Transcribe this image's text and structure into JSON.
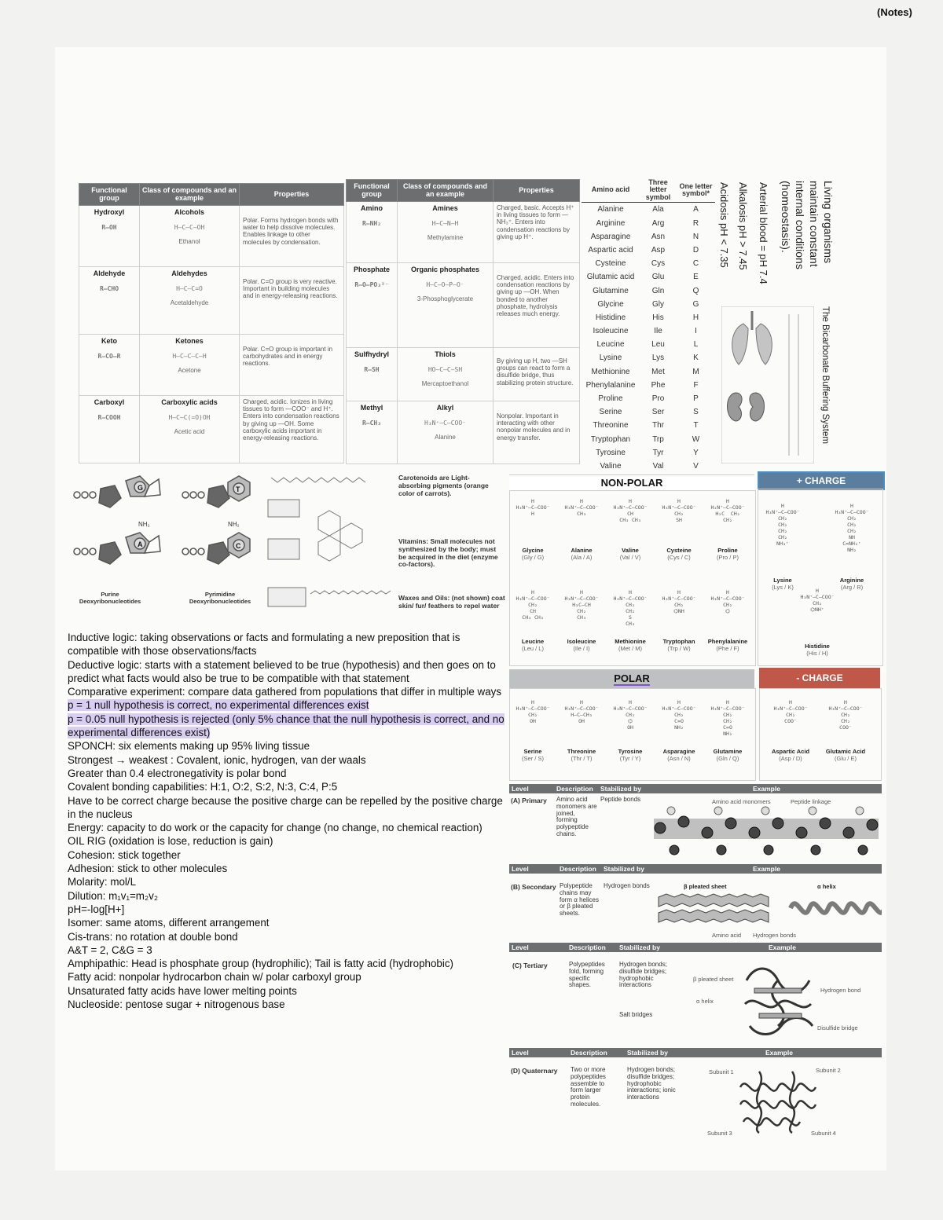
{
  "corner_mark": "(Notes)",
  "fg_left": {
    "headers": [
      "Functional group",
      "Class of compounds and an example",
      "Properties"
    ],
    "rows": [
      {
        "group": "Hydroxyl",
        "formula": "R—OH",
        "class": "Alcohols",
        "example": "Ethanol",
        "properties": "Polar. Forms hydrogen bonds with water to help dissolve molecules. Enables linkage to other molecules by condensation."
      },
      {
        "group": "Aldehyde",
        "formula": "R—CHO",
        "class": "Aldehydes",
        "example": "Acetaldehyde",
        "properties": "Polar. C=O group is very reactive. Important in building molecules and in energy-releasing reactions."
      },
      {
        "group": "Keto",
        "formula": "R—CO—R",
        "class": "Ketones",
        "example": "Acetone",
        "properties": "Polar. C=O group is important in carbohydrates and in energy reactions."
      },
      {
        "group": "Carboxyl",
        "formula": "R—COOH",
        "class": "Carboxylic acids",
        "example": "Acetic acid",
        "properties": "Charged, acidic. Ionizes in living tissues to form —COO⁻ and H⁺. Enters into condensation reactions by giving up —OH. Some carboxylic acids important in energy-releasing reactions."
      }
    ]
  },
  "fg_right": {
    "headers": [
      "Functional group",
      "Class of compounds and an example",
      "Properties"
    ],
    "rows": [
      {
        "group": "Amino",
        "formula": "R—NH₂",
        "class": "Amines",
        "example": "Methylamine",
        "properties": "Charged, basic. Accepts H⁺ in living tissues to form —NH₃⁺. Enters into condensation reactions by giving up H⁺."
      },
      {
        "group": "Phosphate",
        "formula": "R—O—PO₃²⁻",
        "class": "Organic phosphates",
        "example": "3-Phosphoglycerate",
        "properties": "Charged, acidic. Enters into condensation reactions by giving up —OH. When bonded to another phosphate, hydrolysis releases much energy."
      },
      {
        "group": "Sulfhydryl",
        "formula": "R—SH",
        "class": "Thiols",
        "example": "Mercaptoethanol",
        "properties": "By giving up H, two —SH groups can react to form a disulfide bridge, thus stabilizing protein structure."
      },
      {
        "group": "Methyl",
        "formula": "R—CH₃",
        "class": "Alkyl",
        "example": "Alanine",
        "properties": "Nonpolar. Important in interacting with other nonpolar molecules and in energy transfer."
      }
    ]
  },
  "aa_table": {
    "headers": [
      "Amino acid",
      "Three letter symbol",
      "One letter symbol*"
    ],
    "rows": [
      [
        "Alanine",
        "Ala",
        "A"
      ],
      [
        "Arginine",
        "Arg",
        "R"
      ],
      [
        "Asparagine",
        "Asn",
        "N"
      ],
      [
        "Aspartic acid",
        "Asp",
        "D"
      ],
      [
        "Cysteine",
        "Cys",
        "C"
      ],
      [
        "Glutamic acid",
        "Glu",
        "E"
      ],
      [
        "Glutamine",
        "Gln",
        "Q"
      ],
      [
        "Glycine",
        "Gly",
        "G"
      ],
      [
        "Histidine",
        "His",
        "H"
      ],
      [
        "Isoleucine",
        "Ile",
        "I"
      ],
      [
        "Leucine",
        "Leu",
        "L"
      ],
      [
        "Lysine",
        "Lys",
        "K"
      ],
      [
        "Methionine",
        "Met",
        "M"
      ],
      [
        "Phenylalanine",
        "Phe",
        "F"
      ],
      [
        "Proline",
        "Pro",
        "P"
      ],
      [
        "Serine",
        "Ser",
        "S"
      ],
      [
        "Threonine",
        "Thr",
        "T"
      ],
      [
        "Tryptophan",
        "Trp",
        "W"
      ],
      [
        "Tyrosine",
        "Tyr",
        "Y"
      ],
      [
        "Valine",
        "Val",
        "V"
      ]
    ]
  },
  "vertical_notes": {
    "line1": "Living organisms",
    "line2": "maintain constant",
    "line3": "internal conditions",
    "line4": "(homeostasis).",
    "arterial": "Arterial blood = pH 7.4",
    "alkalosis": "Alkalosis pH > 7.45",
    "acidosis": "Acidosis pH < 7.35",
    "bicarb": "The Bicarbonate Buffering System"
  },
  "nucleotides": {
    "purine": "Purine Deoxyribonucleotides",
    "pyrimidine": "Pyrimidine Deoxyribonucleotides",
    "bases": [
      "G",
      "T",
      "A",
      "C"
    ],
    "nh2": "NH₂"
  },
  "side_notes": {
    "carotenoids": "Carotenoids are Light- absorbing pigments (orange color of carrots).",
    "vitamins": "Vitamins: Small molecules not synthesized by the body; must be acquired in the diet (enzyme co-factors).",
    "waxes": "Waxes and Oils: (not shown) coat skin/ fur/ feathers to repel water"
  },
  "notes": [
    {
      "text": "Inductive logic: taking observations or facts and formulating a new preposition that is compatible with those observations/facts",
      "hl": false
    },
    {
      "text": "Deductive logic: starts with a statement believed to be true (hypothesis) and then goes on to predict what facts would also be true to be compatible with that statement",
      "hl": false
    },
    {
      "text": "Comparative experiment: compare data gathered from populations that differ in multiple ways",
      "hl": false
    },
    {
      "text": "p = 1 null hypothesis is correct, no experimental differences exist",
      "hl": true
    },
    {
      "text": "p = 0.05 null hypothesis is rejected (only 5% chance that the null hypothesis is correct, and no experimental differences exist)",
      "hl": true
    },
    {
      "text": "SPONCH: six elements making up 95% living tissue",
      "hl": false
    },
    {
      "text": "Strongest → weakest : Covalent, ionic, hydrogen, van der waals",
      "hl": false
    },
    {
      "text": "Greater than 0.4 electronegativity is polar bond",
      "hl": false
    },
    {
      "text": "Covalent bonding capabilities: H:1, O:2, S:2, N:3, C:4, P:5",
      "hl": false
    },
    {
      "text": "Have to be correct charge because the positive charge can be repelled by the positive charge in the nucleus",
      "hl": false
    },
    {
      "text": "Energy: capacity to do work or the capacity for change (no change, no chemical reaction)",
      "hl": false
    },
    {
      "text": "OIL RIG (oxidation is lose, reduction is gain)",
      "hl": false
    },
    {
      "text": "Cohesion: stick together",
      "hl": false
    },
    {
      "text": "Adhesion: stick to other molecules",
      "hl": false
    },
    {
      "text": "Molarity: mol/L",
      "hl": false
    },
    {
      "text": "Dilution: m₁v₁=m₂v₂",
      "hl": false
    },
    {
      "text": "pH=-log[H+]",
      "hl": false
    },
    {
      "text": "Isomer: same atoms, different arrangement",
      "hl": false
    },
    {
      "text": "Cis-trans: no rotation at double bond",
      "hl": false
    },
    {
      "text": "A&T = 2, C&G = 3",
      "hl": false
    },
    {
      "text": "Amphipathic: Head is phosphate group (hydrophilic); Tail is fatty acid (hydrophobic)",
      "hl": false
    },
    {
      "text": "Fatty acid: nonpolar hydrocarbon chain w/ polar carboxyl group",
      "hl": false
    },
    {
      "text": "Unsaturated fatty acids have lower melting points",
      "hl": false
    },
    {
      "text": "Nucleoside: pentose sugar + nitrogenous base",
      "hl": false
    }
  ],
  "aa_panel": {
    "nonpolar_title": "NON-POLAR",
    "polar_title": "POLAR",
    "pos_title": "+ CHARGE",
    "neg_title": "- CHARGE",
    "nonpolar_row1": [
      [
        "Glycine",
        "(Gly / G)"
      ],
      [
        "Alanine",
        "(Ala / A)"
      ],
      [
        "Valine",
        "(Val / V)"
      ],
      [
        "Cysteine",
        "(Cys / C)"
      ],
      [
        "Proline",
        "(Pro / P)"
      ]
    ],
    "nonpolar_row2": [
      [
        "Leucine",
        "(Leu / L)"
      ],
      [
        "Isoleucine",
        "(Ile / I)"
      ],
      [
        "Methionine",
        "(Met / M)"
      ],
      [
        "Tryptophan",
        "(Trp / W)"
      ],
      [
        "Phenylalanine",
        "(Phe / F)"
      ]
    ],
    "positive": [
      [
        "Lysine",
        "(Lys / K)"
      ],
      [
        "Arginine",
        "(Arg / R)"
      ],
      [
        "Histidine",
        "(His / H)"
      ]
    ],
    "polar": [
      [
        "Serine",
        "(Ser / S)"
      ],
      [
        "Threonine",
        "(Thr / T)"
      ],
      [
        "Tyrosine",
        "(Tyr / Y)"
      ],
      [
        "Asparagine",
        "(Asn / N)"
      ],
      [
        "Glutamine",
        "(Gln / Q)"
      ]
    ],
    "negative": [
      [
        "Aspartic Acid",
        "(Asp / D)"
      ],
      [
        "Glutamic Acid",
        "(Glu / E)"
      ]
    ]
  },
  "protein_levels": {
    "headers": [
      "Level",
      "Description",
      "Stabilized by",
      "Example"
    ],
    "primary": {
      "level": "(A) Primary",
      "description": "Amino acid monomers are joined, forming polypeptide chains.",
      "stabilized": "Peptide bonds",
      "labels": [
        "Amino acid monomers",
        "Peptide linkage"
      ]
    },
    "secondary": {
      "level": "(B) Secondary",
      "description": "Polypeptide chains may form α helices or β pleated sheets.",
      "stabilized": "Hydrogen bonds",
      "labels": [
        "β pleated sheet",
        "α helix",
        "Amino acid",
        "Hydrogen bonds"
      ]
    },
    "tertiary": {
      "level": "(C) Tertiary",
      "description": "Polypeptides fold, forming specific shapes.",
      "stabilized": "Hydrogen bonds; disulfide bridges; hydrophobic interactions",
      "stabilized2": "Salt bridges",
      "labels": [
        "β pleated sheet",
        "α helix",
        "Hydrogen bond",
        "Disulfide bridge"
      ]
    },
    "quaternary": {
      "level": "(D) Quaternary",
      "description": "Two or more polypeptides assemble to form larger protein molecules.",
      "stabilized": "Hydrogen bonds; disulfide bridges; hydrophobic interactions; ionic interactions",
      "labels": [
        "Subunit 1",
        "Subunit 2",
        "Subunit 3",
        "Subunit 4"
      ]
    }
  },
  "colors": {
    "pos_charge": "#4a90c8",
    "neg_charge": "#d9533f",
    "header_gray": "#6d6e70",
    "highlight": "#b39ddb"
  }
}
